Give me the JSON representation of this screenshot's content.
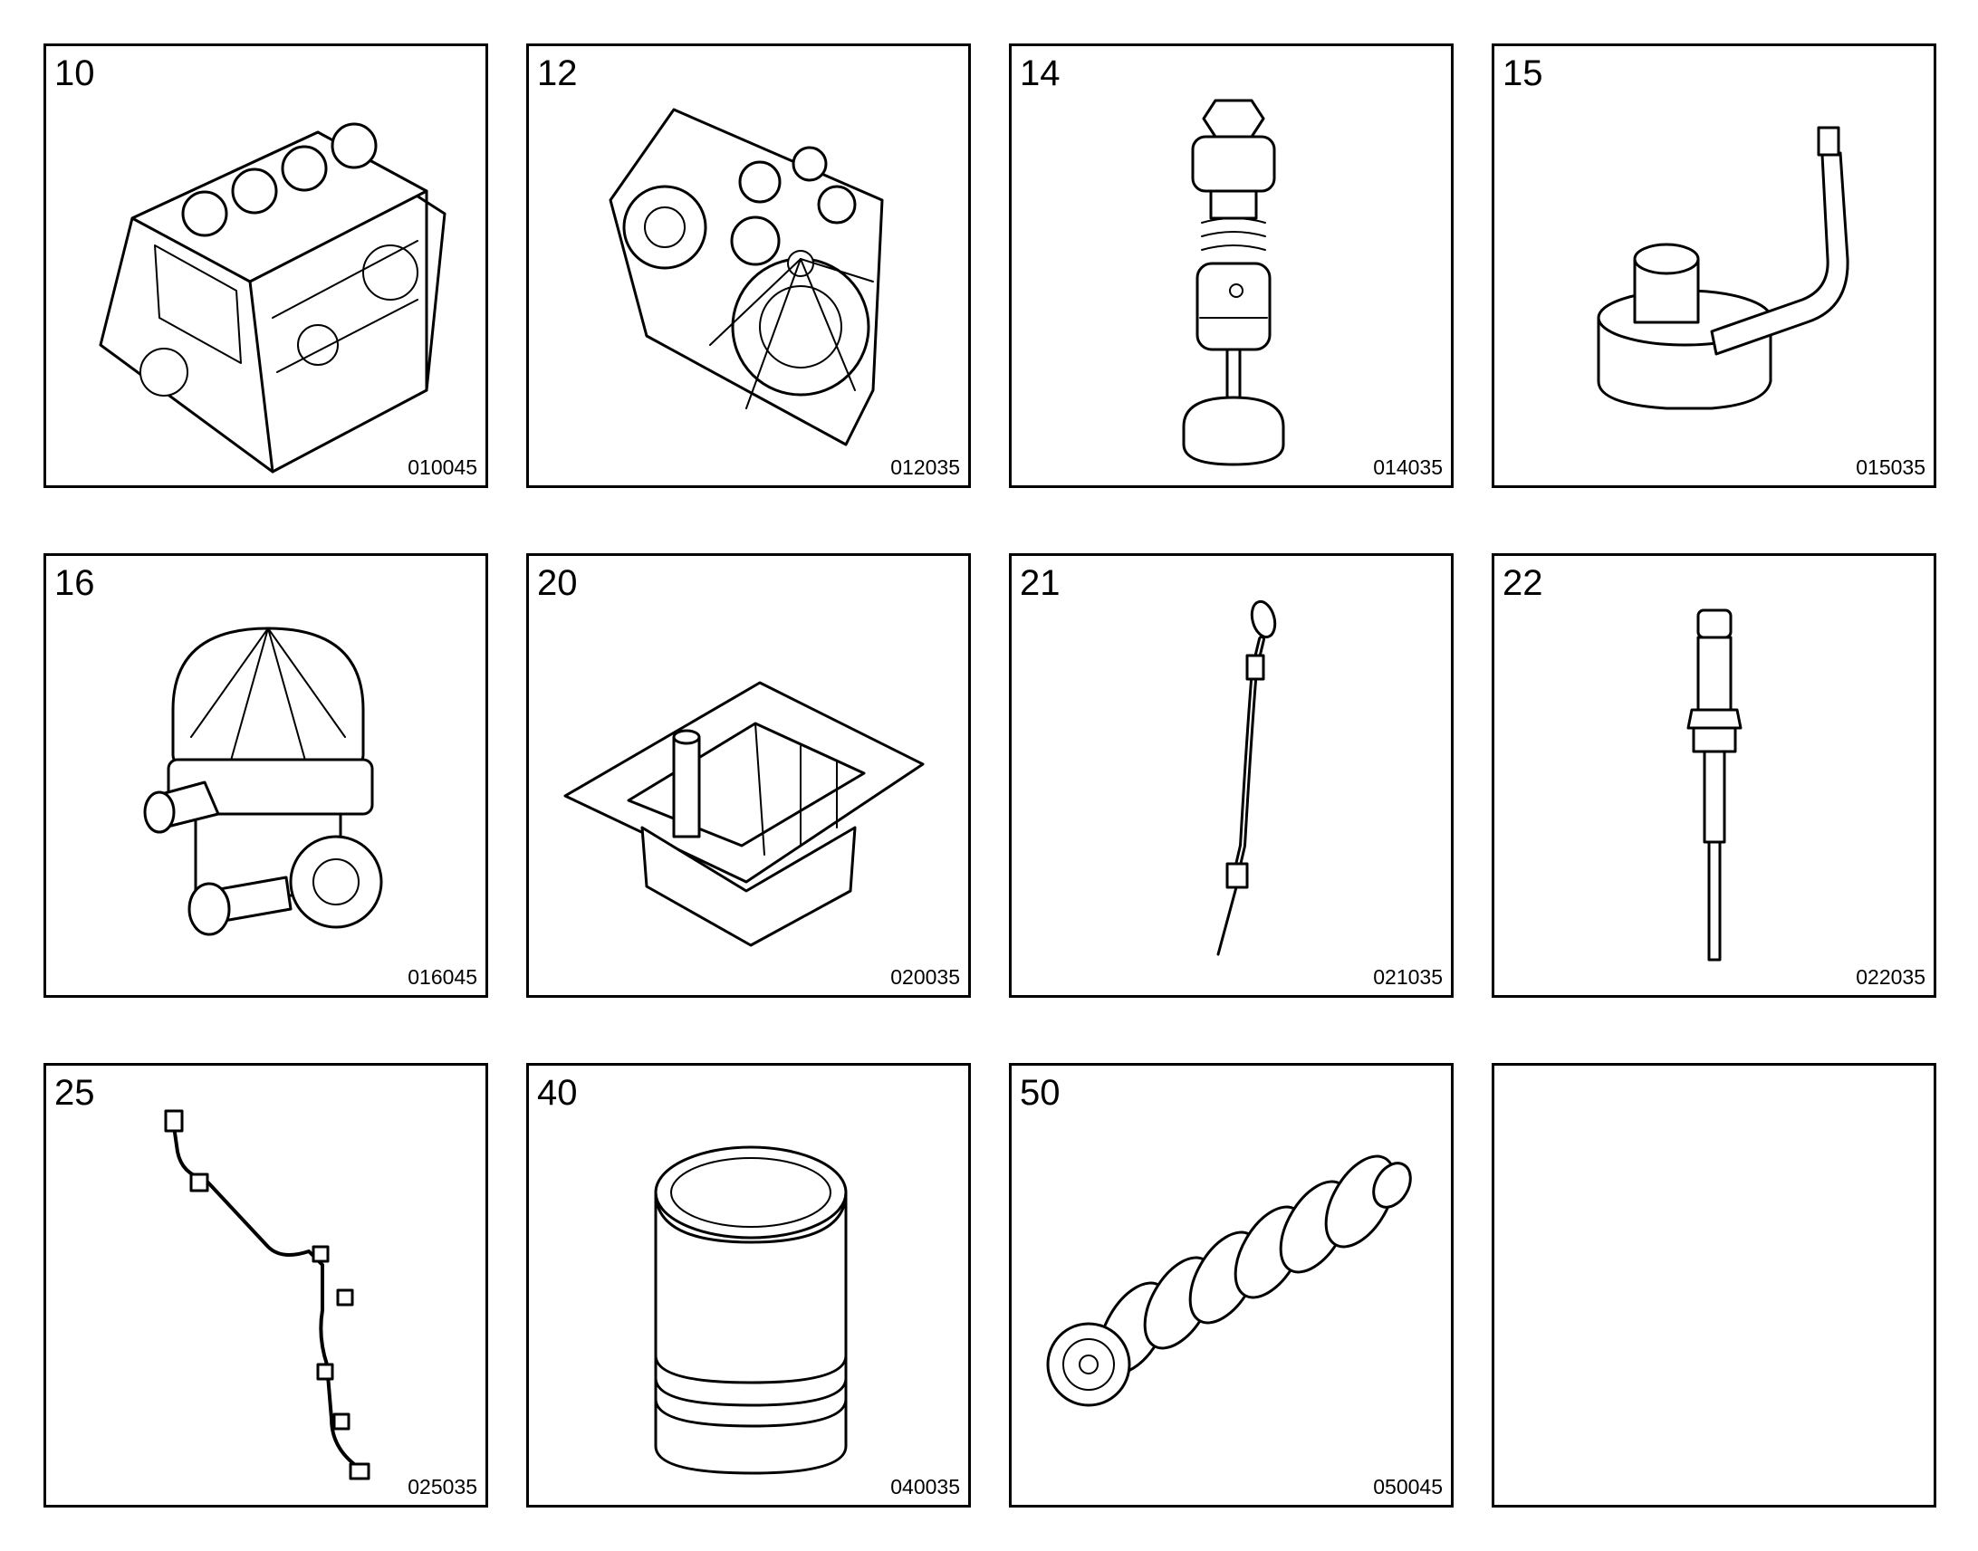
{
  "tiles": [
    {
      "number": "10",
      "code": "010045",
      "icon": "engine-block-icon"
    },
    {
      "number": "12",
      "code": "012035",
      "icon": "timing-cover-icon"
    },
    {
      "number": "14",
      "code": "014035",
      "icon": "valve-icon"
    },
    {
      "number": "15",
      "code": "015035",
      "icon": "oil-nozzle-icon"
    },
    {
      "number": "16",
      "code": "016045",
      "icon": "oil-separator-icon"
    },
    {
      "number": "20",
      "code": "020035",
      "icon": "oil-pan-icon"
    },
    {
      "number": "21",
      "code": "021035",
      "icon": "dipstick-icon"
    },
    {
      "number": "22",
      "code": "022035",
      "icon": "sensor-icon"
    },
    {
      "number": "25",
      "code": "025035",
      "icon": "wire-harness-icon"
    },
    {
      "number": "40",
      "code": "040035",
      "icon": "cylinder-liner-icon"
    },
    {
      "number": "50",
      "code": "050045",
      "icon": "crankshaft-icon"
    },
    {
      "number": "",
      "code": "",
      "icon": ""
    }
  ]
}
